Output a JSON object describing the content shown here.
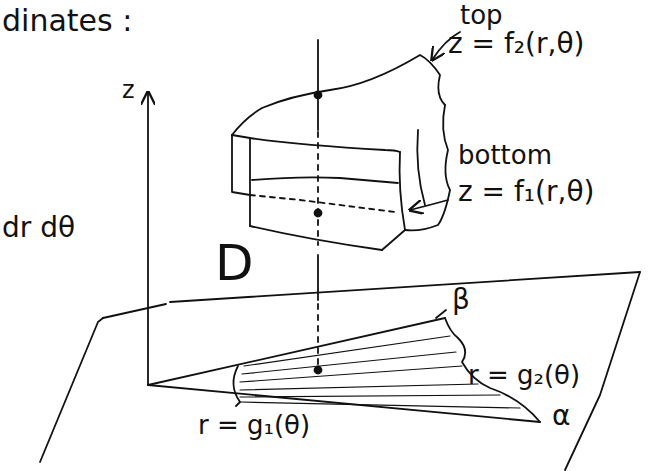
{
  "diagram": {
    "labels": [
      "dinates :",
      "top",
      "z = f₂(r,θ)",
      "bottom",
      "z = f₁(r,θ)",
      "dr dθ",
      "D",
      "z",
      "β",
      "r = g₂(θ)",
      "r = g₁(θ)",
      "α"
    ]
  }
}
